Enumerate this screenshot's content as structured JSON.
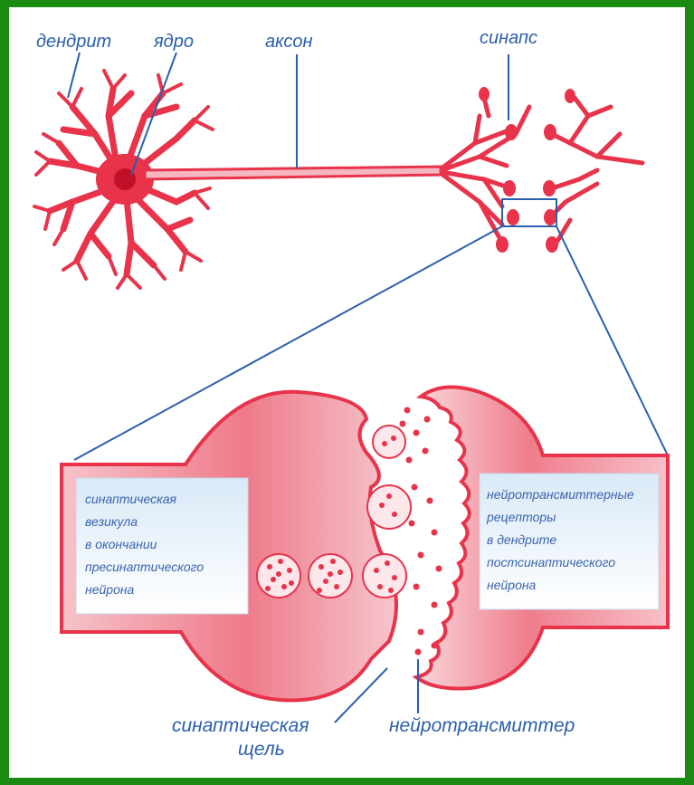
{
  "labels": {
    "dendrite": "дендрит",
    "nucleus": "ядро",
    "axon": "аксон",
    "synapse": "синапс",
    "cleft_line1": "синаптическая",
    "cleft_line2": "щель",
    "neurotransmitter": "нейротрансмиттер"
  },
  "left_box": {
    "lines": [
      "синаптическая",
      "везикула",
      "в окончании",
      "пресинаптического",
      "нейрона"
    ]
  },
  "right_box": {
    "lines": [
      "нейротрансмиттерные",
      "рецепторы",
      "в дендрите",
      "постсинаптического",
      "нейрона"
    ]
  },
  "colors": {
    "background_border": "#1a8a12",
    "neuron": "#e8334a",
    "neuron_light": "#f6b7c0",
    "label": "#2a5fae",
    "box_fill": "#cfe3f5"
  }
}
